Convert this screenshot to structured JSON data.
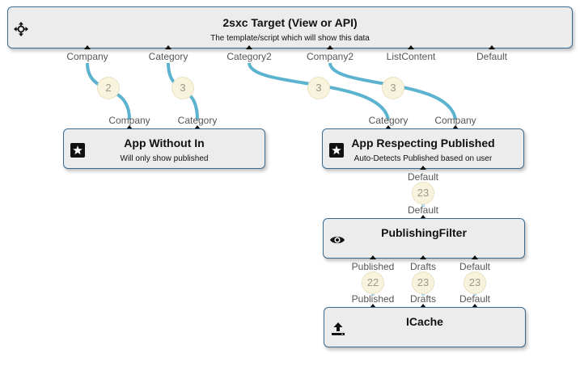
{
  "nodes": {
    "target": {
      "title": "2sxc Target (View or API)",
      "subtitle": "The template/script which will show this data",
      "icon": "move-arrows-icon"
    },
    "app_without_in": {
      "title": "App Without In",
      "subtitle": "Will only show published",
      "icon": "star-icon"
    },
    "app_respecting": {
      "title": "App Respecting Published",
      "subtitle": "Auto-Detects Published based on user",
      "icon": "star-icon"
    },
    "publishing_filter": {
      "title": "PublishingFilter",
      "subtitle": "",
      "icon": "eye-icon"
    },
    "icache": {
      "title": "ICache",
      "subtitle": "",
      "icon": "upload-icon"
    }
  },
  "target_in_ports": [
    "Company",
    "Category",
    "Category2",
    "Company2",
    "ListContent",
    "Default"
  ],
  "app_without_in_out_ports": [
    "Company",
    "Category"
  ],
  "app_respecting_out_ports": [
    "Category",
    "Company"
  ],
  "app_respecting_in_port": "Default",
  "filter_out_port": "Default",
  "filter_in_ports": [
    "Published",
    "Drafts",
    "Default"
  ],
  "icache_out_ports": [
    "Published",
    "Drafts",
    "Default"
  ],
  "counts": {
    "company": "2",
    "category": "3",
    "category2": "3",
    "company2": "3",
    "app_default": "23",
    "published": "22",
    "drafts": "23",
    "default": "23"
  },
  "colors": {
    "wire": "#5cb3cf",
    "wire_light": "#b9dcea",
    "border": "#3b6a8c"
  }
}
